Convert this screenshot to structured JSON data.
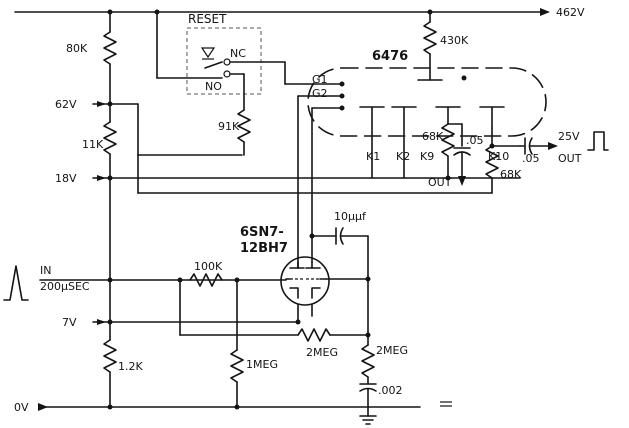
{
  "labels": {
    "supply_voltage": "462V",
    "ground_voltage": "0V",
    "reset": "RESET",
    "nc": "NC",
    "no": "NO",
    "tube_dekatron": "6476",
    "tube_driver_line1": "6SN7-",
    "tube_driver_line2": "12BH7",
    "g1": "G1",
    "g2": "G2",
    "k1": "K1",
    "k2": "K2",
    "k9": "K9",
    "k10": "K10",
    "r_80k": "80K",
    "r_11k": "11K",
    "r_1_2k": "1.2K",
    "r_91k": "91K",
    "r_430k": "430K",
    "r_68k_k9": "68K",
    "r_68k_k10": "68K",
    "r_100k": "100K",
    "r_1meg": "1MEG",
    "r_2meg_h": "2MEG",
    "r_2meg_v": "2MEG",
    "c_05_k9": ".05",
    "c_05_out": ".05",
    "c_10uuf": "10µµf",
    "c_002": ".002",
    "v_62": "62V",
    "v_18": "18V",
    "v_7": "7V",
    "out_k9": "OUT",
    "out_25v": "25V",
    "out_label": "OUT",
    "in_label": "IN",
    "in_pulse": "200µSEC"
  }
}
